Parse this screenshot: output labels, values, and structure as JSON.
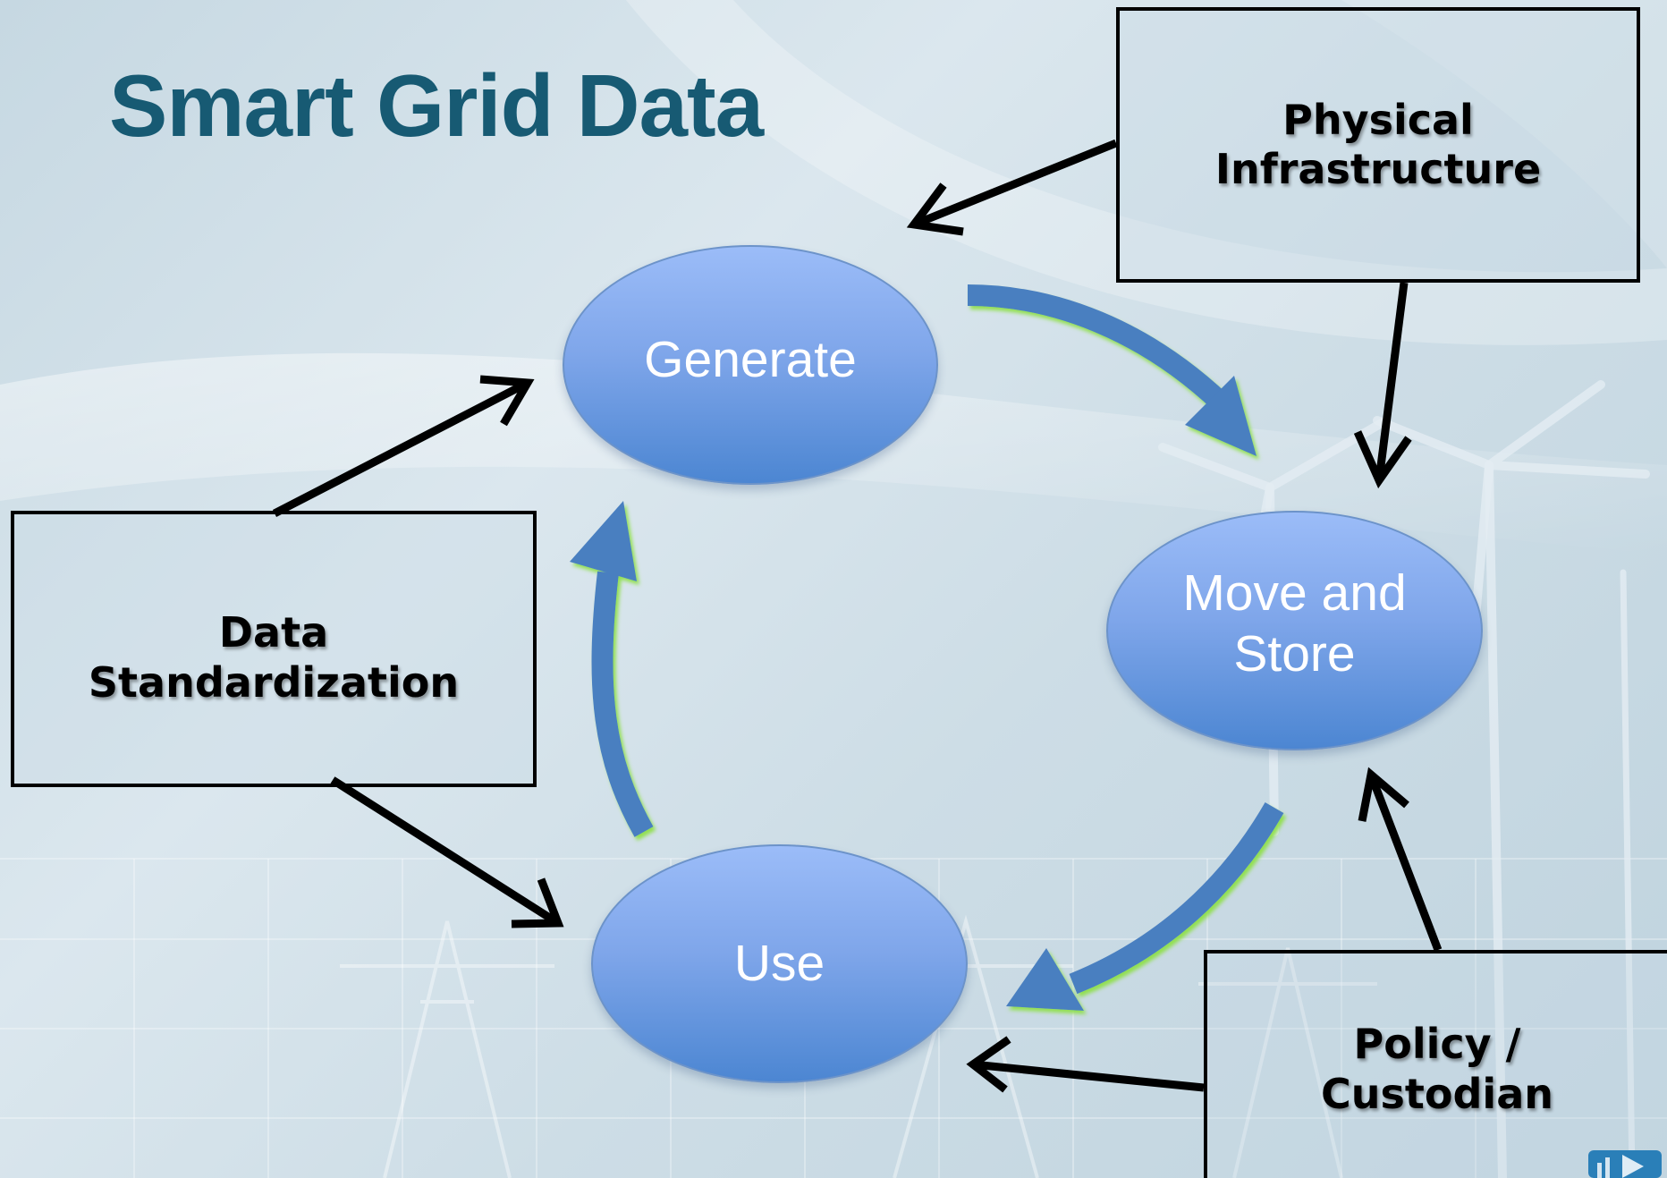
{
  "slide": {
    "title": "Smart Grid Data"
  },
  "process_nodes": {
    "generate": "Generate",
    "move_and_store": "Move and\nStore",
    "use": "Use"
  },
  "influence_boxes": {
    "physical_infrastructure": "Physical\nInfrastructure",
    "data_standardization": "Data\nStandardization",
    "policy_custodian": "Policy /\nCustodian"
  },
  "colors": {
    "title": "#175a73",
    "node_fill_top": "#9bbcf8",
    "node_fill_bottom": "#4c86d2",
    "cycle_arrow": "#4a7fc0",
    "cycle_arrow_glow": "#8fe04a",
    "black_arrow": "#000000",
    "background": "#cddde6"
  }
}
